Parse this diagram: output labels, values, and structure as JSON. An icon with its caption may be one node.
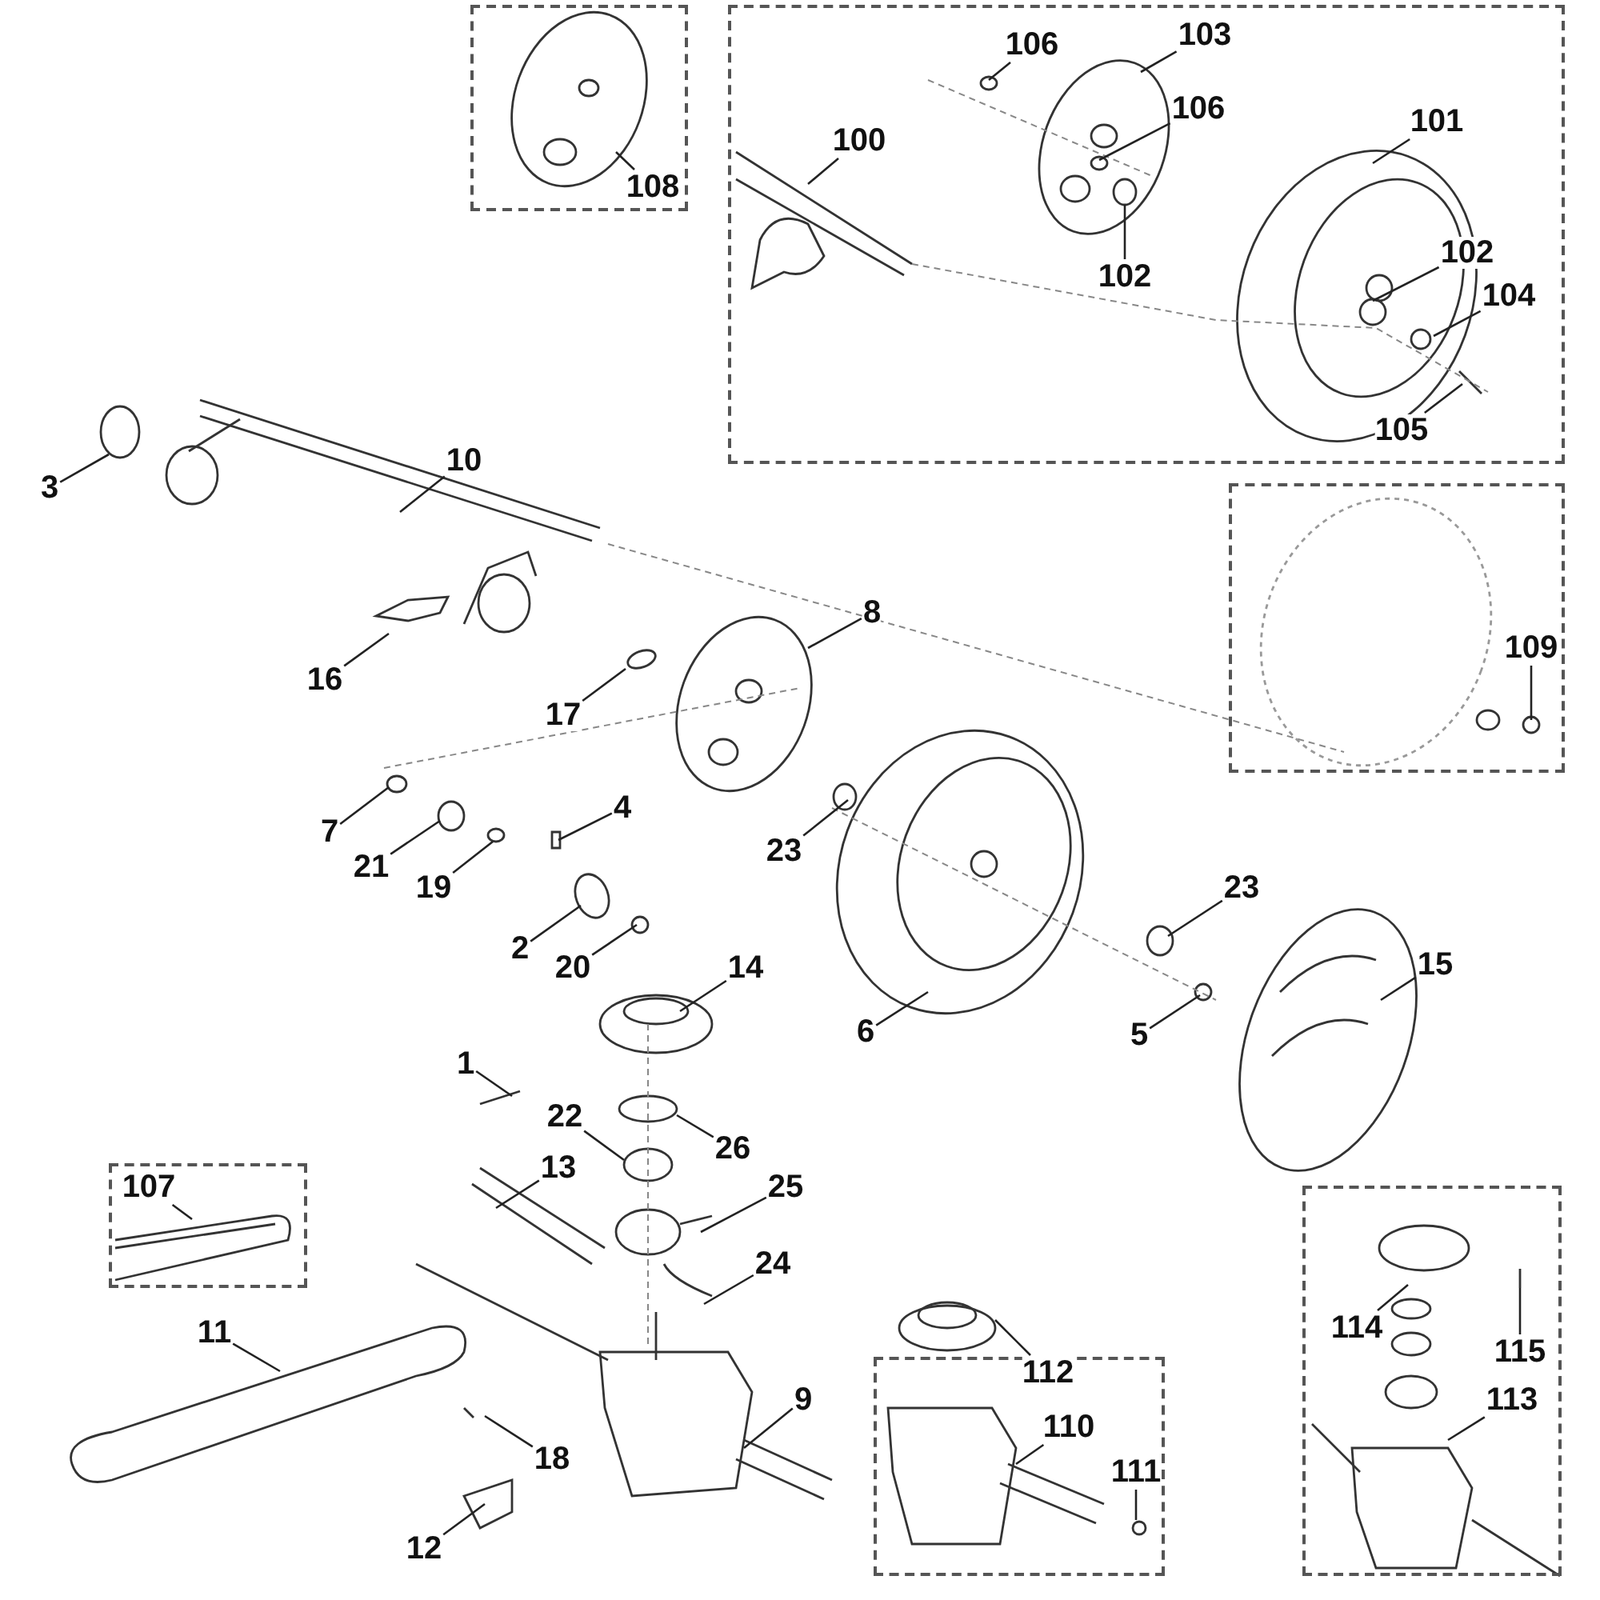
{
  "diagram": {
    "nodes": [
      {
        "text": [],
        "shape": "box"
      },
      {
        "text": [
          "108"
        ],
        "in": 0
      },
      {
        "text": [],
        "shape": "box"
      },
      {
        "text": [
          "106"
        ],
        "in": 2
      },
      {
        "text": [
          "103"
        ],
        "in": 2
      },
      {
        "text": [
          "100"
        ],
        "in": 2
      },
      {
        "text": [
          "106"
        ],
        "in": 2
      },
      {
        "text": [
          "101"
        ],
        "in": 2
      },
      {
        "text": [
          "102"
        ],
        "in": 2
      },
      {
        "text": [
          "104"
        ],
        "in": 2
      },
      {
        "text": [
          "102"
        ],
        "in": 2
      },
      {
        "text": [
          "105"
        ],
        "in": 2
      },
      {
        "text": [
          "3"
        ]
      },
      {
        "text": [
          "10"
        ]
      },
      {
        "text": [],
        "shape": "box"
      },
      {
        "text": [
          "109"
        ],
        "in": 14
      },
      {
        "text": [
          "16"
        ]
      },
      {
        "text": [
          "17"
        ]
      },
      {
        "text": [
          "8"
        ]
      },
      {
        "text": [
          "7"
        ]
      },
      {
        "text": [
          "21"
        ]
      },
      {
        "text": [
          "19"
        ]
      },
      {
        "text": [
          "4"
        ]
      },
      {
        "text": [
          "23"
        ]
      },
      {
        "text": [
          "2"
        ]
      },
      {
        "text": [
          "20"
        ]
      },
      {
        "text": [
          "23"
        ]
      },
      {
        "text": [
          "14"
        ]
      },
      {
        "text": [
          "15"
        ]
      },
      {
        "text": [
          "6"
        ]
      },
      {
        "text": [
          "5"
        ]
      },
      {
        "text": [
          "1"
        ]
      },
      {
        "text": [
          "22"
        ]
      },
      {
        "text": [
          "26"
        ]
      },
      {
        "text": [
          "13"
        ]
      },
      {
        "text": [
          "25"
        ]
      },
      {
        "text": [
          "24"
        ]
      },
      {
        "text": [],
        "shape": "box"
      },
      {
        "text": [
          "107"
        ],
        "in": 37
      },
      {
        "text": [
          "11"
        ]
      },
      {
        "text": [],
        "shape": "box"
      },
      {
        "text": [
          "112"
        ],
        "in": 40
      },
      {
        "text": [],
        "shape": "box"
      },
      {
        "text": [
          "114"
        ],
        "in": 42
      },
      {
        "text": [
          "115"
        ],
        "in": 42
      },
      {
        "text": [
          "113"
        ],
        "in": 42
      },
      {
        "text": [
          "9"
        ]
      },
      {
        "text": [
          "110"
        ],
        "in": 40
      },
      {
        "text": [
          "18"
        ]
      },
      {
        "text": [
          "111"
        ],
        "in": 40
      },
      {
        "text": [
          "12"
        ]
      }
    ],
    "edges": [
      {
        "from": 1,
        "to": null,
        "arrow": "none"
      },
      {
        "from": 3,
        "to": null,
        "arrow": "none"
      },
      {
        "from": 4,
        "to": null,
        "arrow": "none"
      },
      {
        "from": 5,
        "to": null,
        "arrow": "none"
      },
      {
        "from": 6,
        "to": null,
        "arrow": "none"
      },
      {
        "from": 7,
        "to": null,
        "arrow": "none"
      },
      {
        "from": 8,
        "to": null,
        "arrow": "none"
      },
      {
        "from": 9,
        "to": null,
        "arrow": "none"
      },
      {
        "from": 10,
        "to": null,
        "arrow": "none"
      },
      {
        "from": 11,
        "to": null,
        "arrow": "none"
      },
      {
        "from": 12,
        "to": null,
        "arrow": "none"
      },
      {
        "from": 13,
        "to": null,
        "arrow": "none"
      },
      {
        "from": 15,
        "to": null,
        "arrow": "none"
      },
      {
        "from": 16,
        "to": null,
        "arrow": "none"
      },
      {
        "from": 17,
        "to": null,
        "arrow": "none"
      },
      {
        "from": 18,
        "to": null,
        "arrow": "none"
      },
      {
        "from": 19,
        "to": null,
        "arrow": "none"
      },
      {
        "from": 20,
        "to": null,
        "arrow": "none"
      },
      {
        "from": 21,
        "to": null,
        "arrow": "none"
      },
      {
        "from": 22,
        "to": null,
        "arrow": "none"
      },
      {
        "from": 23,
        "to": null,
        "arrow": "none"
      },
      {
        "from": 24,
        "to": null,
        "arrow": "none"
      },
      {
        "from": 25,
        "to": null,
        "arrow": "none"
      },
      {
        "from": 26,
        "to": null,
        "arrow": "none"
      },
      {
        "from": 27,
        "to": null,
        "arrow": "none"
      },
      {
        "from": 28,
        "to": null,
        "arrow": "none"
      },
      {
        "from": 29,
        "to": null,
        "arrow": "none"
      },
      {
        "from": 30,
        "to": null,
        "arrow": "none"
      },
      {
        "from": 31,
        "to": null,
        "arrow": "none"
      },
      {
        "from": 32,
        "to": null,
        "arrow": "none"
      },
      {
        "from": 33,
        "to": null,
        "arrow": "none"
      },
      {
        "from": 34,
        "to": null,
        "arrow": "none"
      },
      {
        "from": 35,
        "to": null,
        "arrow": "none"
      },
      {
        "from": 36,
        "to": null,
        "arrow": "none"
      },
      {
        "from": 38,
        "to": null,
        "arrow": "none"
      },
      {
        "from": 39,
        "to": null,
        "arrow": "none"
      },
      {
        "from": 41,
        "to": null,
        "arrow": "none"
      },
      {
        "from": 43,
        "to": null,
        "arrow": "none"
      },
      {
        "from": 44,
        "to": null,
        "arrow": "none"
      },
      {
        "from": 45,
        "to": null,
        "arrow": "none"
      },
      {
        "from": 46,
        "to": null,
        "arrow": "none"
      },
      {
        "from": 47,
        "to": null,
        "arrow": "none"
      },
      {
        "from": 48,
        "to": null,
        "arrow": "none"
      },
      {
        "from": 49,
        "to": null,
        "arrow": "none"
      },
      {
        "from": 50,
        "to": null,
        "arrow": "none"
      }
    ]
  }
}
